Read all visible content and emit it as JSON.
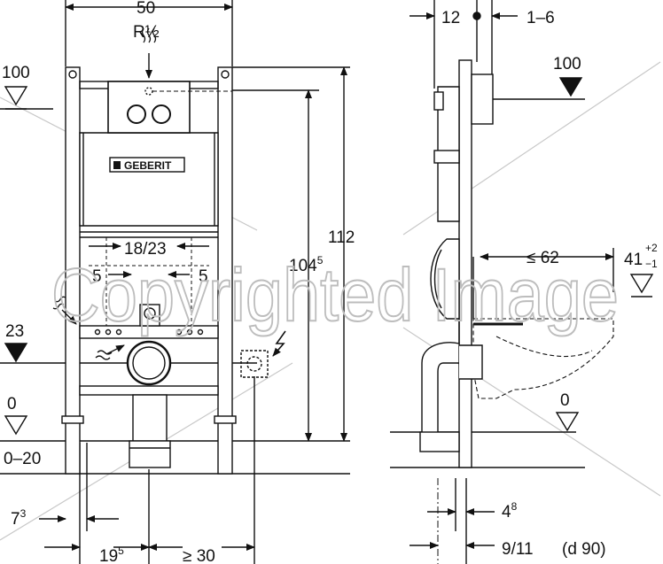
{
  "front_view": {
    "width_label": "50",
    "inlet_label": "R½",
    "height_total": "112",
    "height_label_main": "104",
    "height_label_sup": "5",
    "flush_spacing": "18/23",
    "side_left": "5",
    "side_right": "5",
    "level_top": "100",
    "level_mid": "23",
    "level_zero": "0",
    "floor_range": "0–20",
    "offset_left_main": "7",
    "offset_left_sup": "3",
    "offset_bottom_main": "19",
    "offset_bottom_sup": "5",
    "clearance": "≥ 30",
    "brand": "GEBERIT"
  },
  "side_view": {
    "depth_a": "12",
    "depth_b": "1–6",
    "level_top": "100",
    "pan_depth": "≤ 62",
    "height_main": "41",
    "height_tol_plus": "+2",
    "height_tol_minus": "−1",
    "level_zero": "0",
    "bottom_main": "4",
    "bottom_sup": "8",
    "pipe": "9/11",
    "pipe_d": "(d 90)"
  },
  "watermark": "Copyrighted Image",
  "colors": {
    "line": "#111111",
    "watermark": "#bdbdbd",
    "fill_light": "#e9e9e9"
  }
}
